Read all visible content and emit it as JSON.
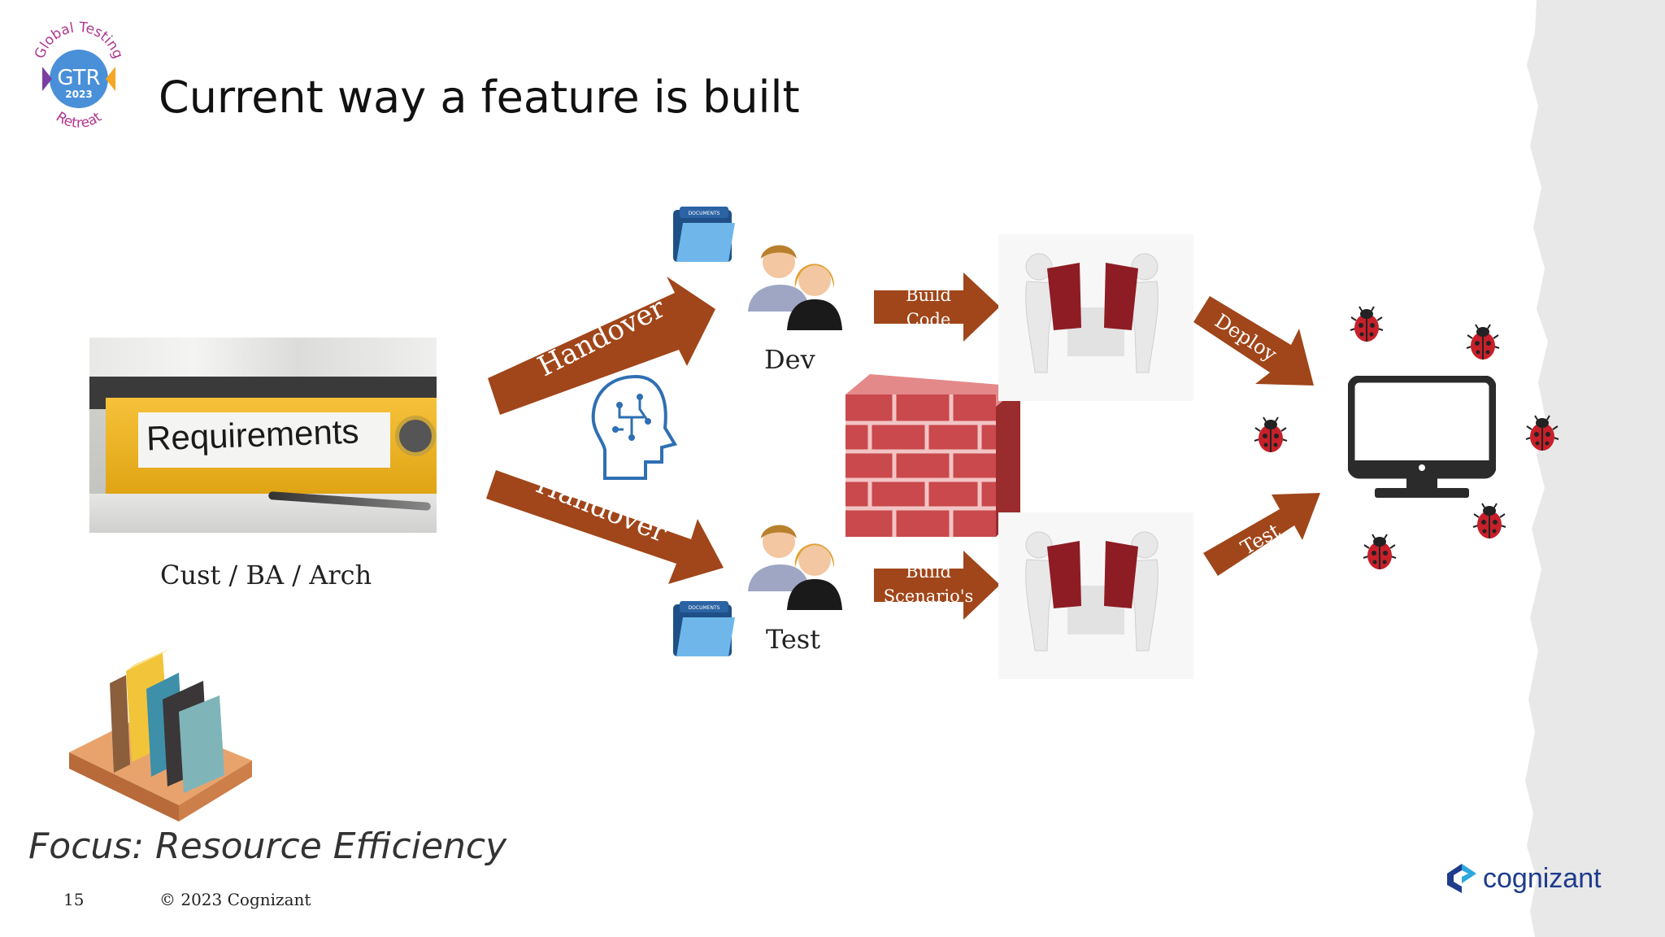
{
  "slide": {
    "title": "Current way a feature is built",
    "logo": {
      "top": "Global Testing",
      "center": "GTR",
      "year": "2023",
      "bottom": "Retreat"
    },
    "requirements_label": "Requirements",
    "roles_caption": "Cust / BA / Arch",
    "handover_top": "Handover",
    "handover_bottom": "Handover",
    "dev_label": "Dev",
    "test_label": "Test",
    "documents_label": "DOCUMENTS",
    "build_code": [
      "Build",
      "Code"
    ],
    "build_scenarios": [
      "Build",
      "Scenario's"
    ],
    "deploy_label": "Deploy",
    "test_arrow_label": "Test",
    "focus": "Focus: Resource Efficiency",
    "page_number": "15",
    "copyright": "© 2023 Cognizant",
    "brand": "cognizant"
  },
  "colors": {
    "arrow": "#a0461a",
    "brick": "#c9494c",
    "monitor": "#2b2b2b",
    "binder": "#f2b51c",
    "brain_icon": "#2f6fb3",
    "logo_blue": "#4a90d9",
    "logo_text": "#b0378f",
    "brand_blue": "#1e3b8c"
  },
  "icons": [
    "gtr-logo",
    "requirements-binder-photo",
    "documents-folder-icon",
    "people-pair-icon",
    "brain-circuit-icon",
    "firewall-brick-icon",
    "collaboration-figures-icon",
    "monitor-icon",
    "bug-icon",
    "books-shelf-icon",
    "cognizant-logo-icon"
  ]
}
